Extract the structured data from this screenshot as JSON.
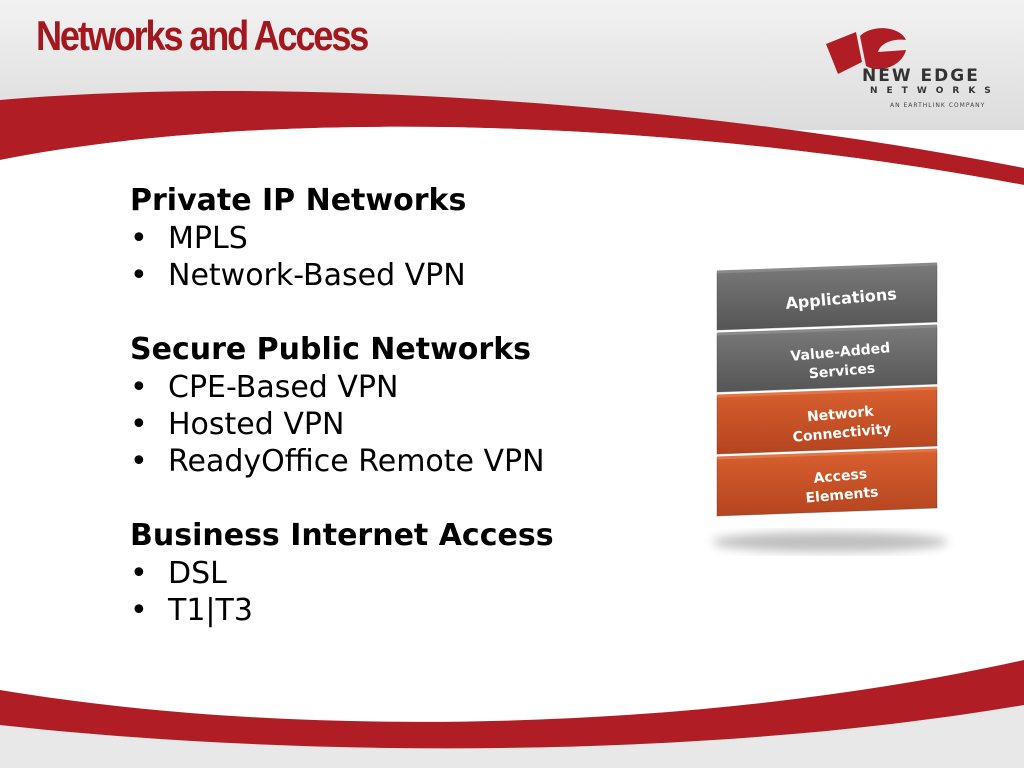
{
  "slide": {
    "title": "Networks and Access",
    "colors": {
      "title": "#a3171f",
      "swoosh": "#b01d25",
      "layer_gray": "#666666",
      "layer_orange": "#c8512a"
    }
  },
  "logo": {
    "brand_line1": "NEW EDGE",
    "brand_line2": "NETWORKS",
    "brand_line3": "AN EARTHLINK COMPANY"
  },
  "sections": [
    {
      "heading": "Private IP Networks",
      "items": [
        "MPLS",
        "Network-Based VPN"
      ]
    },
    {
      "heading": "Secure Public Networks",
      "items": [
        "CPE-Based VPN",
        "Hosted VPN",
        "ReadyOffice Remote VPN"
      ]
    },
    {
      "heading": "Business Internet Access",
      "items": [
        "DSL",
        "T1|T3"
      ]
    }
  ],
  "bullet_char": "•",
  "diagram": {
    "layers": [
      {
        "lines": [
          "Applications"
        ],
        "color": "gray"
      },
      {
        "lines": [
          "Value-Added",
          "Services"
        ],
        "color": "gray"
      },
      {
        "lines": [
          "Network",
          "Connectivity"
        ],
        "color": "orange"
      },
      {
        "lines": [
          "Access",
          "Elements"
        ],
        "color": "orange"
      }
    ]
  }
}
